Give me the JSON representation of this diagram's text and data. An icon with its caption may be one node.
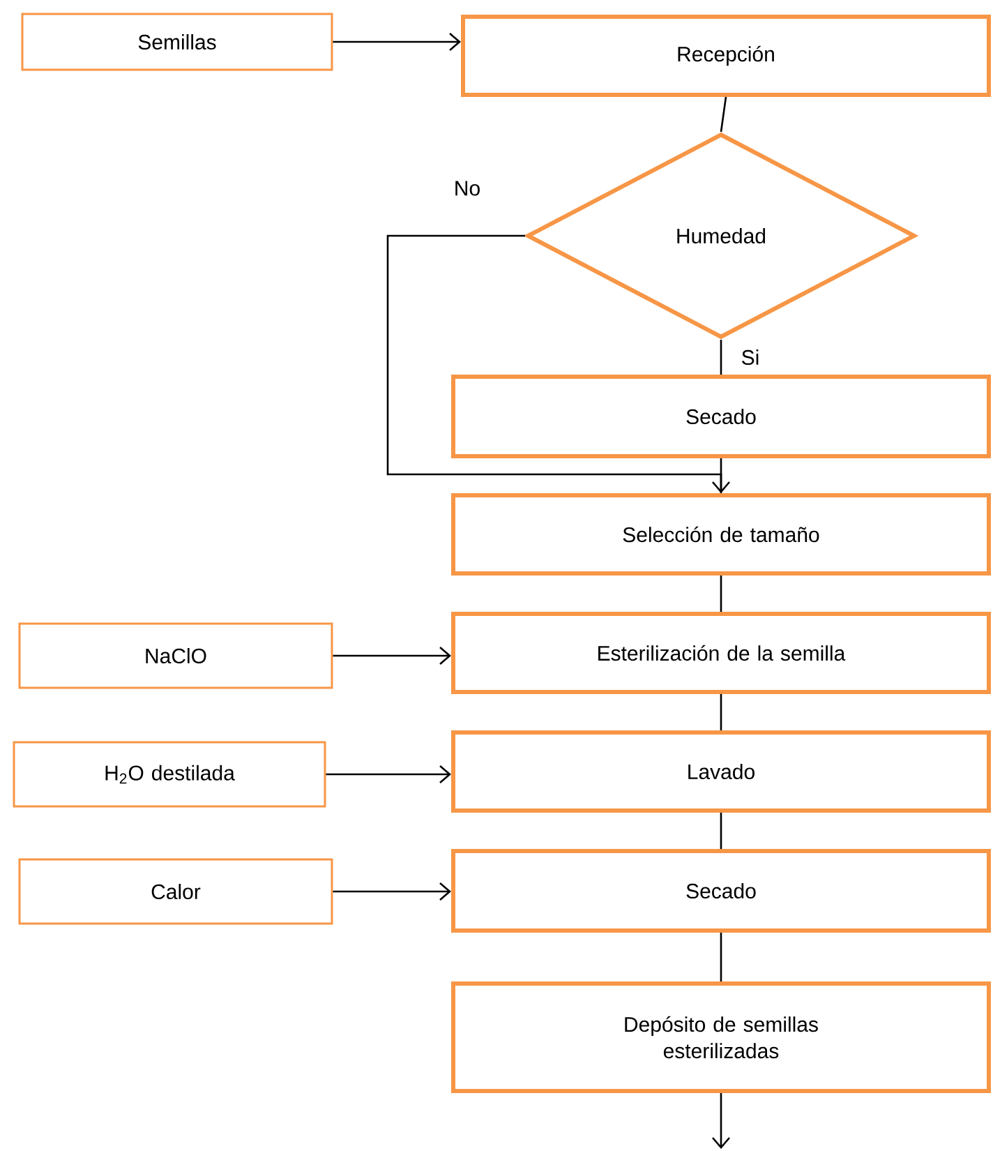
{
  "diagram": {
    "nodes": [
      {
        "text": [
          "Semillas"
        ]
      },
      {
        "text": [
          "Recepción"
        ]
      },
      {
        "text": [
          "Humedad"
        ]
      },
      {
        "text": [
          "Secado"
        ]
      },
      {
        "text": [
          "Selección de tamaño"
        ]
      },
      {
        "text": [
          "Esterilización de la semilla"
        ]
      },
      {
        "text": [
          "NaClO"
        ]
      },
      {
        "text": [
          "Lavado"
        ]
      },
      {
        "text": [
          "H$_{2}$O destilada"
        ]
      },
      {
        "text": [
          "Calor"
        ]
      },
      {
        "text": [
          "Secado"
        ]
      },
      {
        "text": [
          "Depósito de semillas esterilizadas"
        ]
      }
    ],
    "edges": [
      {
        "from": 0,
        "to": 1,
        "arrow": "to"
      },
      {
        "from": 1,
        "to": 2,
        "arrow": "none"
      },
      {
        "from": 2,
        "to": 3,
        "arrow": "none",
        "label": "Si"
      },
      {
        "from": 2,
        "to": 4,
        "arrow": "to",
        "label": "No"
      },
      {
        "from": 3,
        "to": 4,
        "arrow": "none"
      },
      {
        "from": 4,
        "to": 5,
        "arrow": "none"
      },
      {
        "from": 6,
        "to": 5,
        "arrow": "to"
      },
      {
        "from": 5,
        "to": 7,
        "arrow": "none"
      },
      {
        "from": 8,
        "to": 7,
        "arrow": "to"
      },
      {
        "from": 7,
        "to": 10,
        "arrow": "none"
      },
      {
        "from": 9,
        "to": 10,
        "arrow": "to"
      },
      {
        "from": 10,
        "to": 11,
        "arrow": "none"
      },
      {
        "from": 11,
        "to": null,
        "arrow": "to"
      }
    ]
  }
}
